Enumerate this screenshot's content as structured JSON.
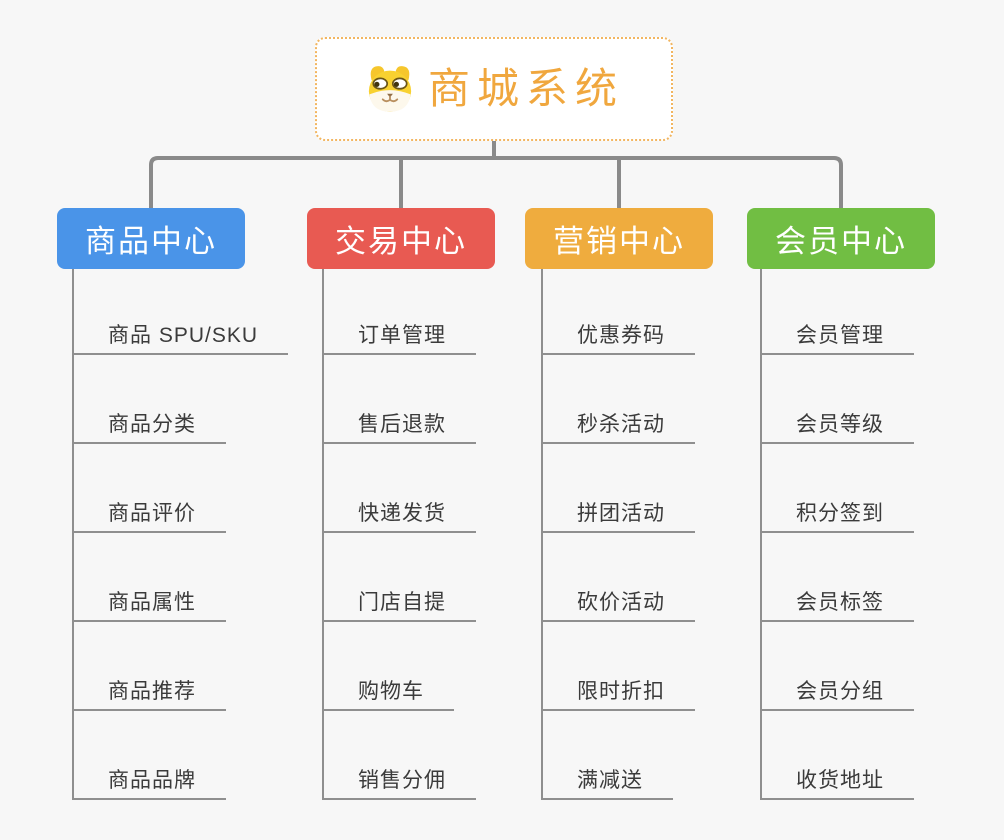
{
  "canvas": {
    "background": "#f7f7f7",
    "connector_color": "#8A8A8A"
  },
  "root": {
    "title": "商城系统",
    "icon": "dog-face-icon",
    "text_color": "#F0A73E",
    "border_color": "#F2B661"
  },
  "branches": [
    {
      "label": "商品中心",
      "color": "#4A94E8",
      "children": [
        "商品 SPU/SKU",
        "商品分类",
        "商品评价",
        "商品属性",
        "商品推荐",
        "商品品牌"
      ]
    },
    {
      "label": "交易中心",
      "color": "#E85A52",
      "children": [
        "订单管理",
        "售后退款",
        "快递发货",
        "门店自提",
        "购物车",
        "销售分佣"
      ]
    },
    {
      "label": "营销中心",
      "color": "#EFAC3E",
      "children": [
        "优惠券码",
        "秒杀活动",
        "拼团活动",
        "砍价活动",
        "限时折扣",
        "满减送"
      ]
    },
    {
      "label": "会员中心",
      "color": "#71BE43",
      "children": [
        "会员管理",
        "会员等级",
        "积分签到",
        "会员标签",
        "会员分组",
        "收货地址"
      ]
    }
  ]
}
